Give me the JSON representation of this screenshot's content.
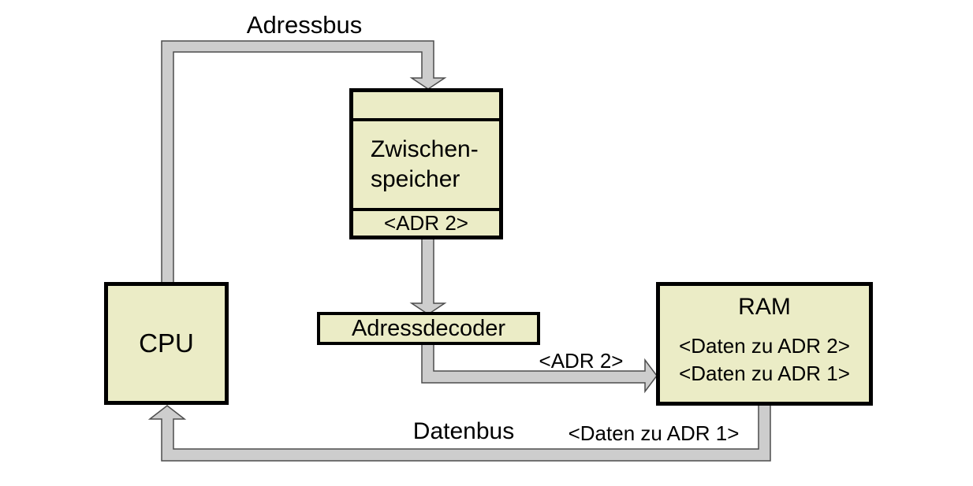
{
  "colors": {
    "background": "#ffffff",
    "box_fill": "#ebecc6",
    "box_border": "#000000",
    "bus_fill": "#cdcdcd",
    "bus_outline": "#4d4d4d",
    "text": "#000000"
  },
  "nodes": {
    "cpu": {
      "label": "CPU"
    },
    "buffer": {
      "label_line1": "Zwischen-",
      "label_line2": "speicher",
      "value": "<ADR 2>"
    },
    "decoder": {
      "label": "Adressdecoder"
    },
    "ram": {
      "title": "RAM",
      "entries": [
        "<Daten zu ADR 2>",
        "<Daten zu ADR 1>"
      ]
    }
  },
  "bus_labels": {
    "adressbus": "Adressbus",
    "datenbus": "Datenbus",
    "adr2": "<ADR 2>",
    "daten_zu_adr1": "<Daten zu ADR 1>"
  }
}
